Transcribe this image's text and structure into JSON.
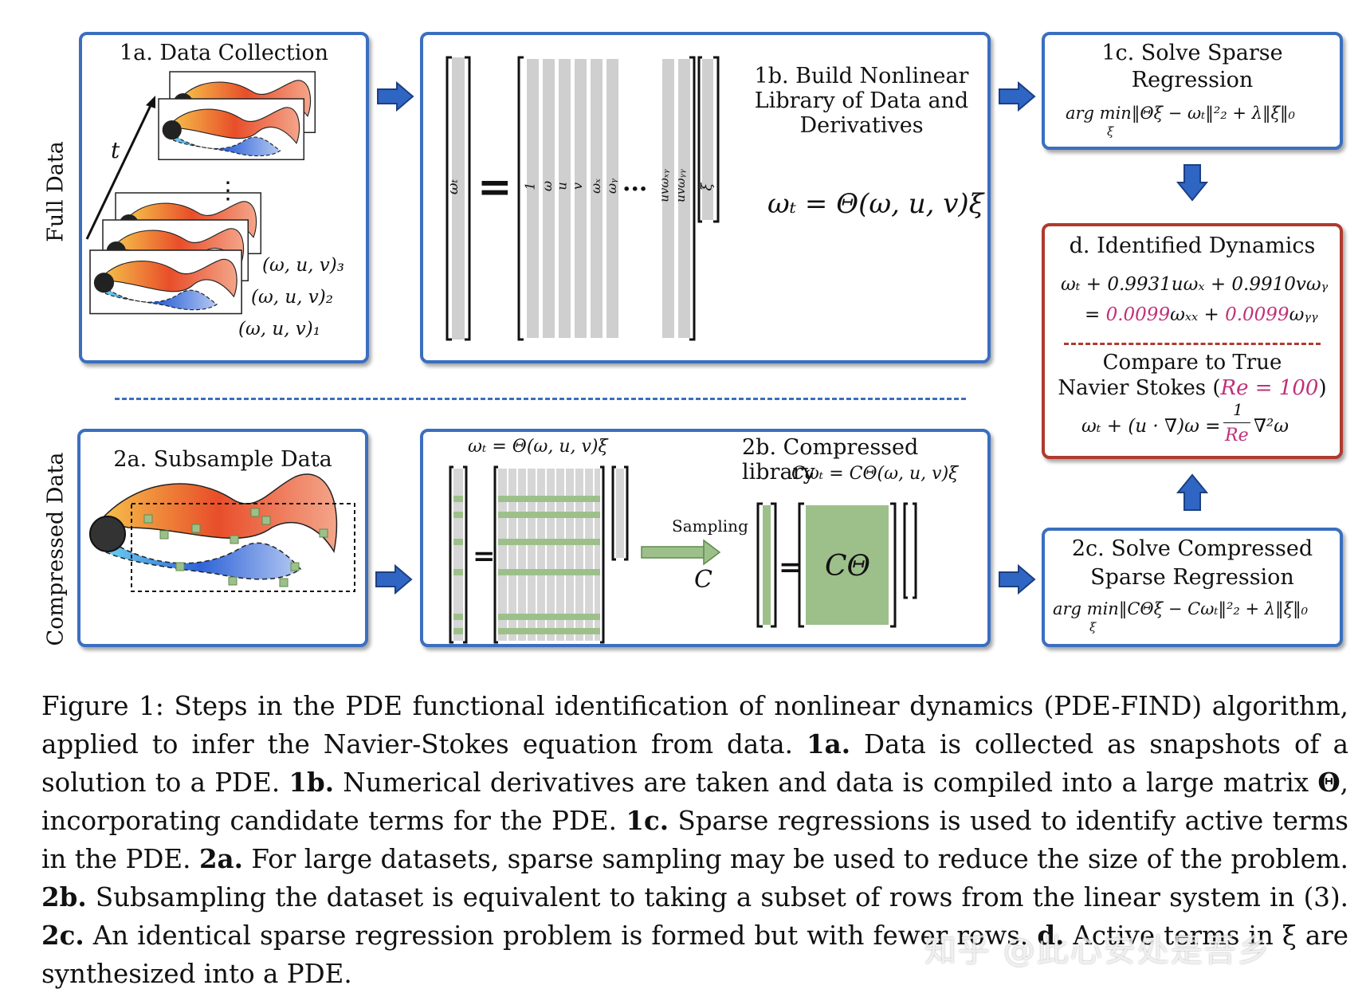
{
  "side_labels": {
    "top": "Full Data",
    "bottom": "Compressed Data"
  },
  "panel_1a": {
    "title": "1a.  Data Collection",
    "t_label": "t",
    "dots": "⋮",
    "snapshot_labels": [
      "(ω, u, v)₃",
      "(ω, u, v)₂",
      "(ω, u, v)₁"
    ]
  },
  "panel_1b": {
    "title_lines": [
      "1b.  Build Nonlinear",
      "Library of Data and",
      "Derivatives"
    ],
    "equation": "ωₜ = Θ(ω, u, v)ξ",
    "lhs_label": "ωₜ",
    "equals": "=",
    "columns": [
      "1",
      "ω",
      "u",
      "v",
      "ωₓ",
      "ωᵧ"
    ],
    "ellipsis": "···",
    "end_columns": [
      "uvωₓᵧ",
      "uvωᵧᵧ"
    ],
    "xi_label": "ξ"
  },
  "panel_1c": {
    "title_lines": [
      "1c.  Solve Sparse",
      "Regression"
    ],
    "formula": "arg min‖Θξ − ωₜ‖²₂ + λ‖ξ‖₀",
    "subscript": "ξ"
  },
  "panel_d": {
    "title": "d.  Identified Dynamics",
    "eq_line1": "ωₜ + 0.9931uωₓ + 0.9910vωᵧ",
    "eq_line2_prefix": "= ",
    "coef1": "0.0099",
    "term1": "ωₓₓ",
    "plus": " + ",
    "coef2": "0.0099",
    "term2": "ωᵧᵧ",
    "compare_line1": "Compare to True",
    "compare_line2_prefix": "Navier Stokes (",
    "re_value": "Re = 100",
    "compare_line2_suffix": ")",
    "ns_lhs": "ωₜ + (u · ∇)ω =",
    "ns_num": "1",
    "ns_den": "Re",
    "ns_rhs": "∇²ω"
  },
  "panel_2a": {
    "title": "2a.  Subsample Data"
  },
  "panel_2b": {
    "top_equation": "ωₜ = Θ(ω, u, v)ξ",
    "title": "2b.  Compressed library",
    "sub_equation": "Cωₜ = CΘ(ω, u, v)ξ",
    "equals": "=",
    "sampling_label": "Sampling",
    "operator": "C",
    "block_label": "CΘ"
  },
  "panel_2c": {
    "title_lines": [
      "2c.  Solve Compressed",
      "Sparse Regression"
    ],
    "formula": "arg min‖CΘξ − Cωₜ‖²₂ + λ‖ξ‖₀",
    "subscript": "ξ"
  },
  "caption": {
    "fig": "Figure 1: Steps in the PDE functional identification of nonlinear dynamics (PDE-FIND) algorithm, applied to infer the Navier-Stokes equation from data.",
    "s1a_label": "1a.",
    "s1a": " Data is collected as snapshots of a solution to a PDE.",
    "s1b_label": "1b.",
    "s1b": " Numerical derivatives are taken and data is compiled into a large matrix ",
    "theta": "Θ",
    "s1b_end": ", incorporating candidate terms for the PDE.",
    "s1c_label": "1c.",
    "s1c": " Sparse regressions is used to identify active terms in the PDE.",
    "s2a_label": "2a.",
    "s2a": " For large datasets, sparse sampling may be used to reduce the size of the problem.",
    "s2b_label": "2b.",
    "s2b": " Subsampling the dataset is equivalent to taking a subset of rows from the linear system in (3).",
    "s2c_label": "2c.",
    "s2c": " An identical sparse regression problem is formed but with fewer rows.",
    "sd_label": "d.",
    "sd": " Active terms in ξ are synthesized into a PDE."
  },
  "watermark": "知乎 @此心安处是吾乡",
  "colors": {
    "panel_border": "#3a6fc0",
    "panel_d_border": "#b03a2e",
    "arrow": "#2f66c4",
    "library_gray": "#cfcfcf",
    "sample_green": "#9dc08b",
    "coef_pink": "#c0307a"
  }
}
